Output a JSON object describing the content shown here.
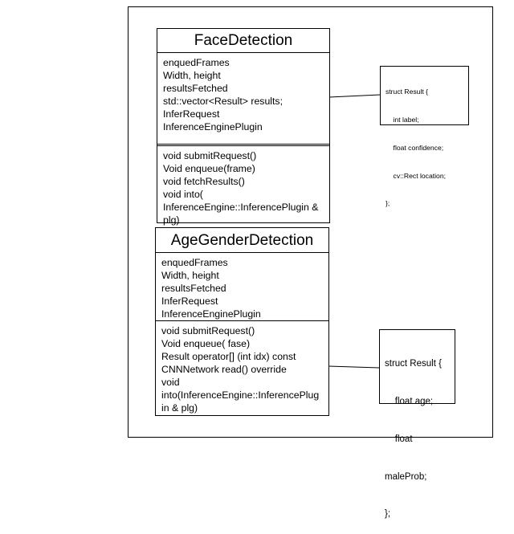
{
  "face_detection": {
    "title": "FaceDetection",
    "attributes": [
      "enquedFrames",
      "Width, height",
      "resultsFetched",
      "std::vector<Result> results;",
      "InferRequest",
      "InferenceEnginePlugin"
    ],
    "methods": [
      "void submitRequest()",
      "Void enqueue(frame)",
      "void fetchResults()",
      "void into(",
      "InferenceEngine::InferencePlugin &",
      "plg)"
    ]
  },
  "age_gender_detection": {
    "title": "AgeGenderDetection",
    "attributes": [
      "enquedFrames",
      "Width, height",
      "resultsFetched",
      "InferRequest",
      "InferenceEnginePlugin"
    ],
    "methods": [
      "void submitRequest()",
      "Void enqueue( fase)",
      "Result operator[] (int idx) const",
      "CNNNetwork read() override",
      "void",
      "into(InferenceEngine::InferencePlug",
      "in & plg)"
    ]
  },
  "face_result_note": {
    "lines": [
      "struct Result {",
      "    int label;",
      "    float confidence;",
      "    cv::Rect location;",
      "};"
    ]
  },
  "age_gender_result_note": {
    "lines": [
      "struct Result {",
      "    float age;",
      "    float",
      "maleProb;",
      "};"
    ]
  }
}
